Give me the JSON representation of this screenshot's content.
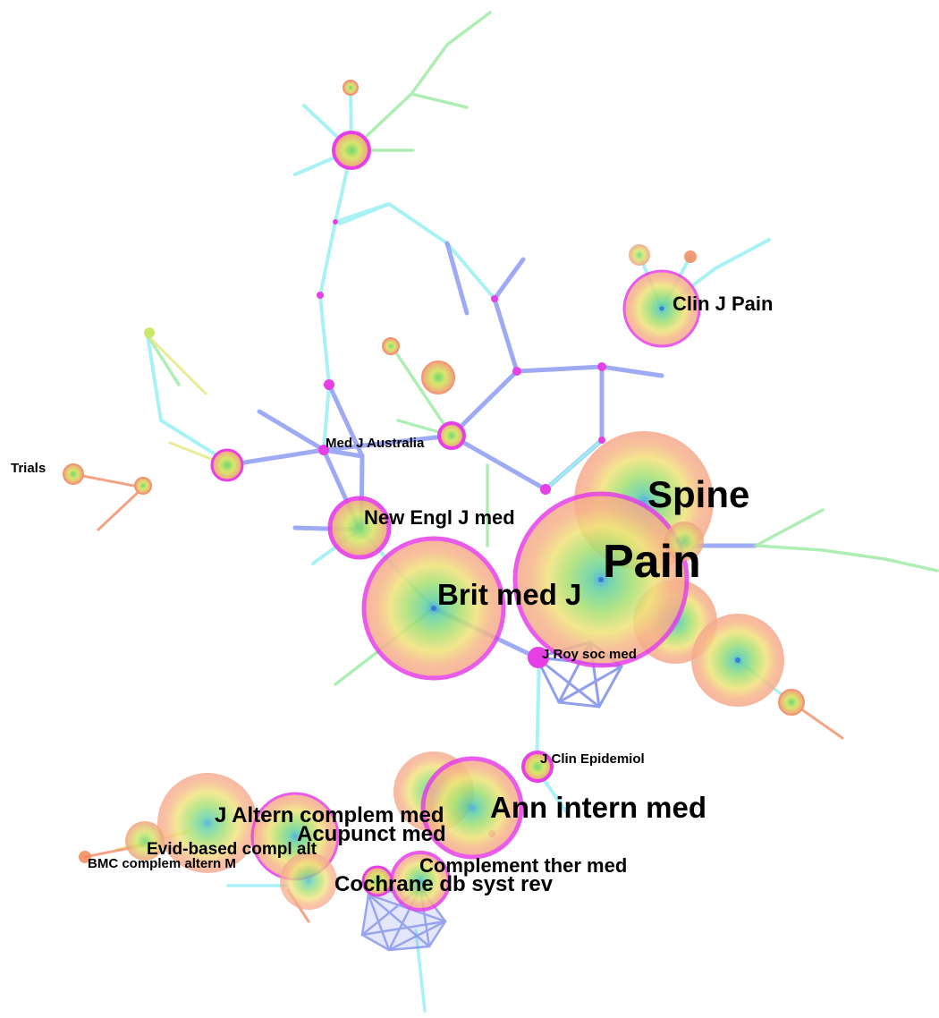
{
  "colors": {
    "node_ring_magenta": "#e63fe6",
    "edge_blue": "#7f8ef0",
    "edge_cyan": "#7fe3ea",
    "edge_green": "#9fe39f",
    "edge_orange": "#f08a5a",
    "edge_yellow": "#e9e98a",
    "node_core_green": "#70d870",
    "node_outer_orange": "#f2a080",
    "node_center_blue": "#3a7bd5"
  },
  "labels": {
    "pain": "Pain",
    "spine": "Spine",
    "brit_med_j": "Brit med J",
    "ann_intern_med": "Ann intern med",
    "clin_j_pain": "Clin J Pain",
    "new_engl_j_med": "New Engl J med",
    "j_altern_complem_med": "J Altern complem med",
    "acupunct_med": "Acupunct med",
    "complement_ther_med": "Complement ther med",
    "cochrane_db_syst_rev": "Cochrane db syst rev",
    "evid_based_compl_alt": "Evid-based compl alt",
    "bmc_complem_altern_m": "BMC complem altern M",
    "med_j_australia": "Med J Australia",
    "j_roy_soc_med": "J Roy soc med",
    "j_clin_epidemiol": "J Clin Epidemiol",
    "trials": "Trials"
  }
}
